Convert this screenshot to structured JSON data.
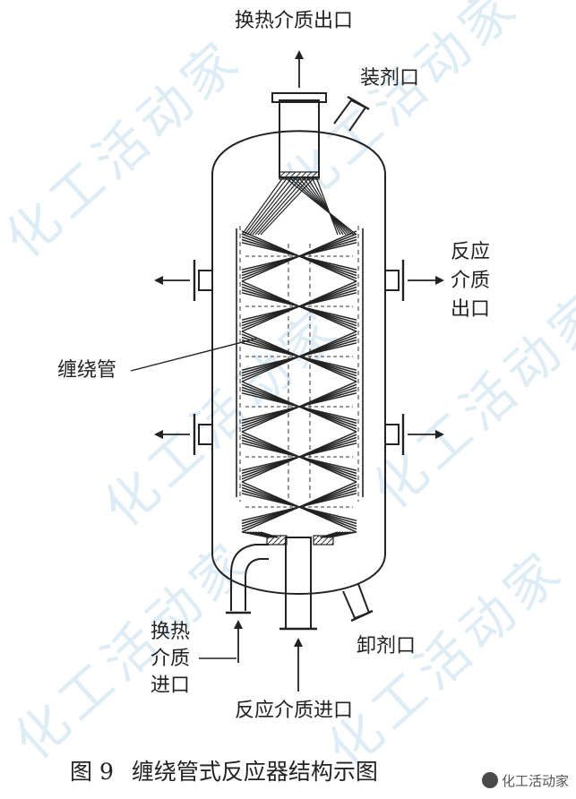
{
  "labels": {
    "hx_outlet": "换热介质出口",
    "catalyst_inlet": "装剂口",
    "rx_outlet": [
      "反应",
      "介质",
      "出口"
    ],
    "coil": "缠绕管",
    "hx_inlet": [
      "换热",
      "介质",
      "进口"
    ],
    "catalyst_outlet": "卸剂口",
    "rx_inlet": "反应介质进口"
  },
  "caption": {
    "number": "图 9",
    "title": "缠绕管式反应器结构示图"
  },
  "watermark": {
    "text": "化工活动家",
    "brand": "化工活动家"
  }
}
